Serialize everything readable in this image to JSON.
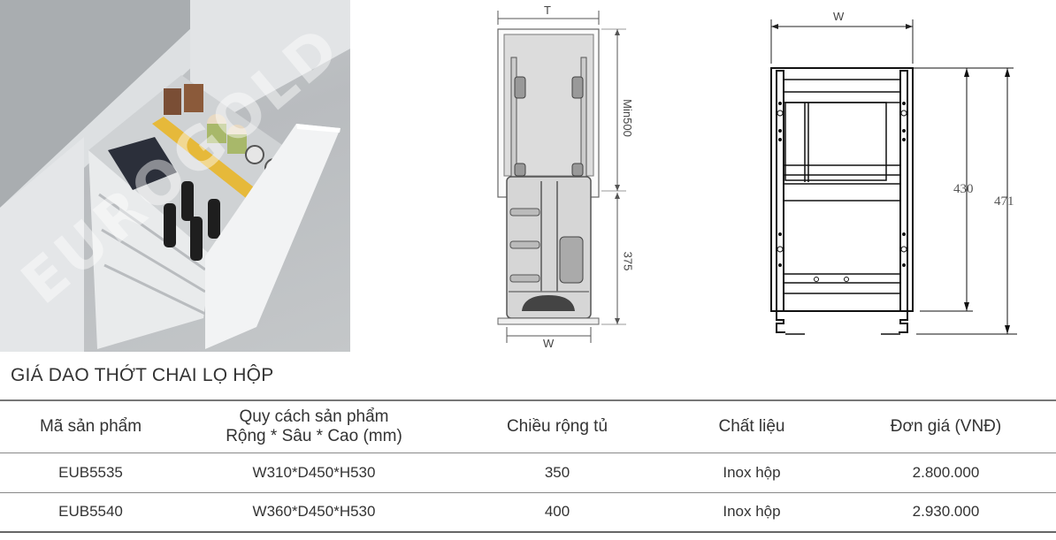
{
  "product_photo": {
    "alt": "Pull-out stainless steel basket with knives, cutting boards, bottles and jars in a kitchen cabinet",
    "watermark": "EUROGOLD"
  },
  "side_drawing": {
    "top_label": "T",
    "height_top_label": "Min500",
    "height_bottom_label": "375",
    "bottom_label": "W"
  },
  "front_drawing": {
    "top_label": "W",
    "inner_height_label": "430",
    "outer_height_label": "471"
  },
  "title": "GIÁ DAO THỚT CHAI LỌ HỘP",
  "table": {
    "headers": [
      {
        "line1": "Mã sản phẩm",
        "line2": ""
      },
      {
        "line1": "Quy cách sản phẩm",
        "line2": "Rộng * Sâu * Cao (mm)"
      },
      {
        "line1": "Chiều rộng tủ",
        "line2": ""
      },
      {
        "line1": "Chất liệu",
        "line2": ""
      },
      {
        "line1": "Đơn giá  (VNĐ)",
        "line2": ""
      }
    ],
    "rows": [
      {
        "code": "EUB5535",
        "spec": "W310*D450*H530",
        "cabinet_width": "350",
        "material": "Inox hộp",
        "price": "2.800.000"
      },
      {
        "code": "EUB5540",
        "spec": "W360*D450*H530",
        "cabinet_width": "400",
        "material": "Inox hộp",
        "price": "2.930.000"
      }
    ]
  }
}
